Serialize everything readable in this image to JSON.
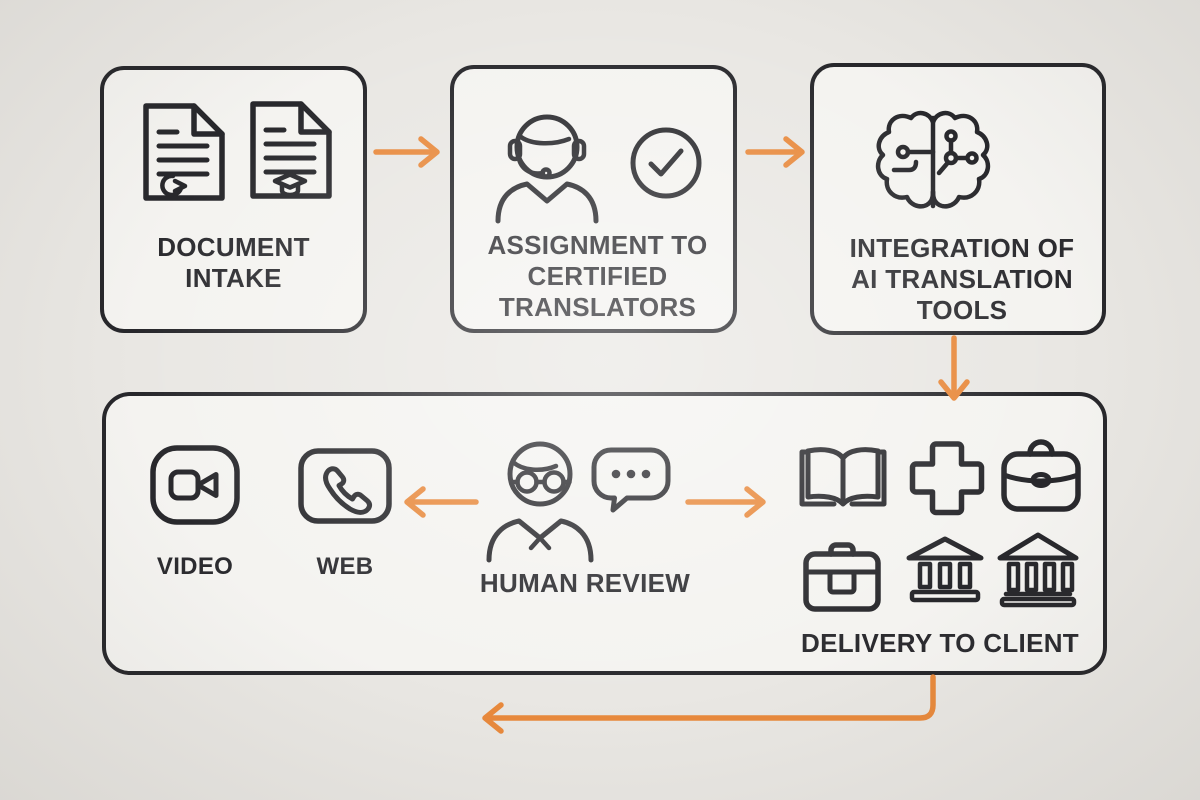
{
  "palette": {
    "page_background": "#e9e7e3",
    "box_fill": "#f4f3f0",
    "outline": "#27272b",
    "arrow": "#e8893c",
    "text": "#2b2b2f"
  },
  "steps": {
    "document_intake": {
      "label": "DOCUMENT INTAKE",
      "icons": [
        "translation-document-icon",
        "certified-document-icon"
      ]
    },
    "assignment": {
      "label": "ASSIGNMENT TO CERTIFIED TRANSLATORS",
      "icons": [
        "translator-headset-icon",
        "approval-check-icon"
      ]
    },
    "ai_integration": {
      "label": "INTEGRATION OF AI TRANSLATION TOOLS",
      "icons": [
        "ai-brain-icon"
      ]
    },
    "review_and_delivery": {
      "video": {
        "label": "VIDEO",
        "icon": "video-camera-icon"
      },
      "web": {
        "label": "WEB",
        "icon": "phone-handset-icon"
      },
      "human_review": {
        "label": "HUMAN REVIEW",
        "icons": [
          "reviewer-person-icon",
          "speech-bubble-icon"
        ]
      },
      "delivery": {
        "label": "DELIVERY TO CLIENT",
        "icons": [
          "open-book-icon",
          "medical-cross-icon",
          "handbag-icon",
          "briefcase-icon",
          "bank-icon",
          "government-building-icon"
        ]
      }
    }
  },
  "connections": [
    {
      "from": "document_intake",
      "to": "assignment",
      "direction": "right"
    },
    {
      "from": "assignment",
      "to": "ai_integration",
      "direction": "right"
    },
    {
      "from": "ai_integration",
      "to": "review_and_delivery",
      "direction": "down"
    },
    {
      "from": "human_review",
      "to": "web",
      "direction": "left"
    },
    {
      "from": "human_review",
      "to": "delivery",
      "direction": "right"
    },
    {
      "from": "delivery",
      "to": "loop-back",
      "direction": "down-left"
    }
  ]
}
